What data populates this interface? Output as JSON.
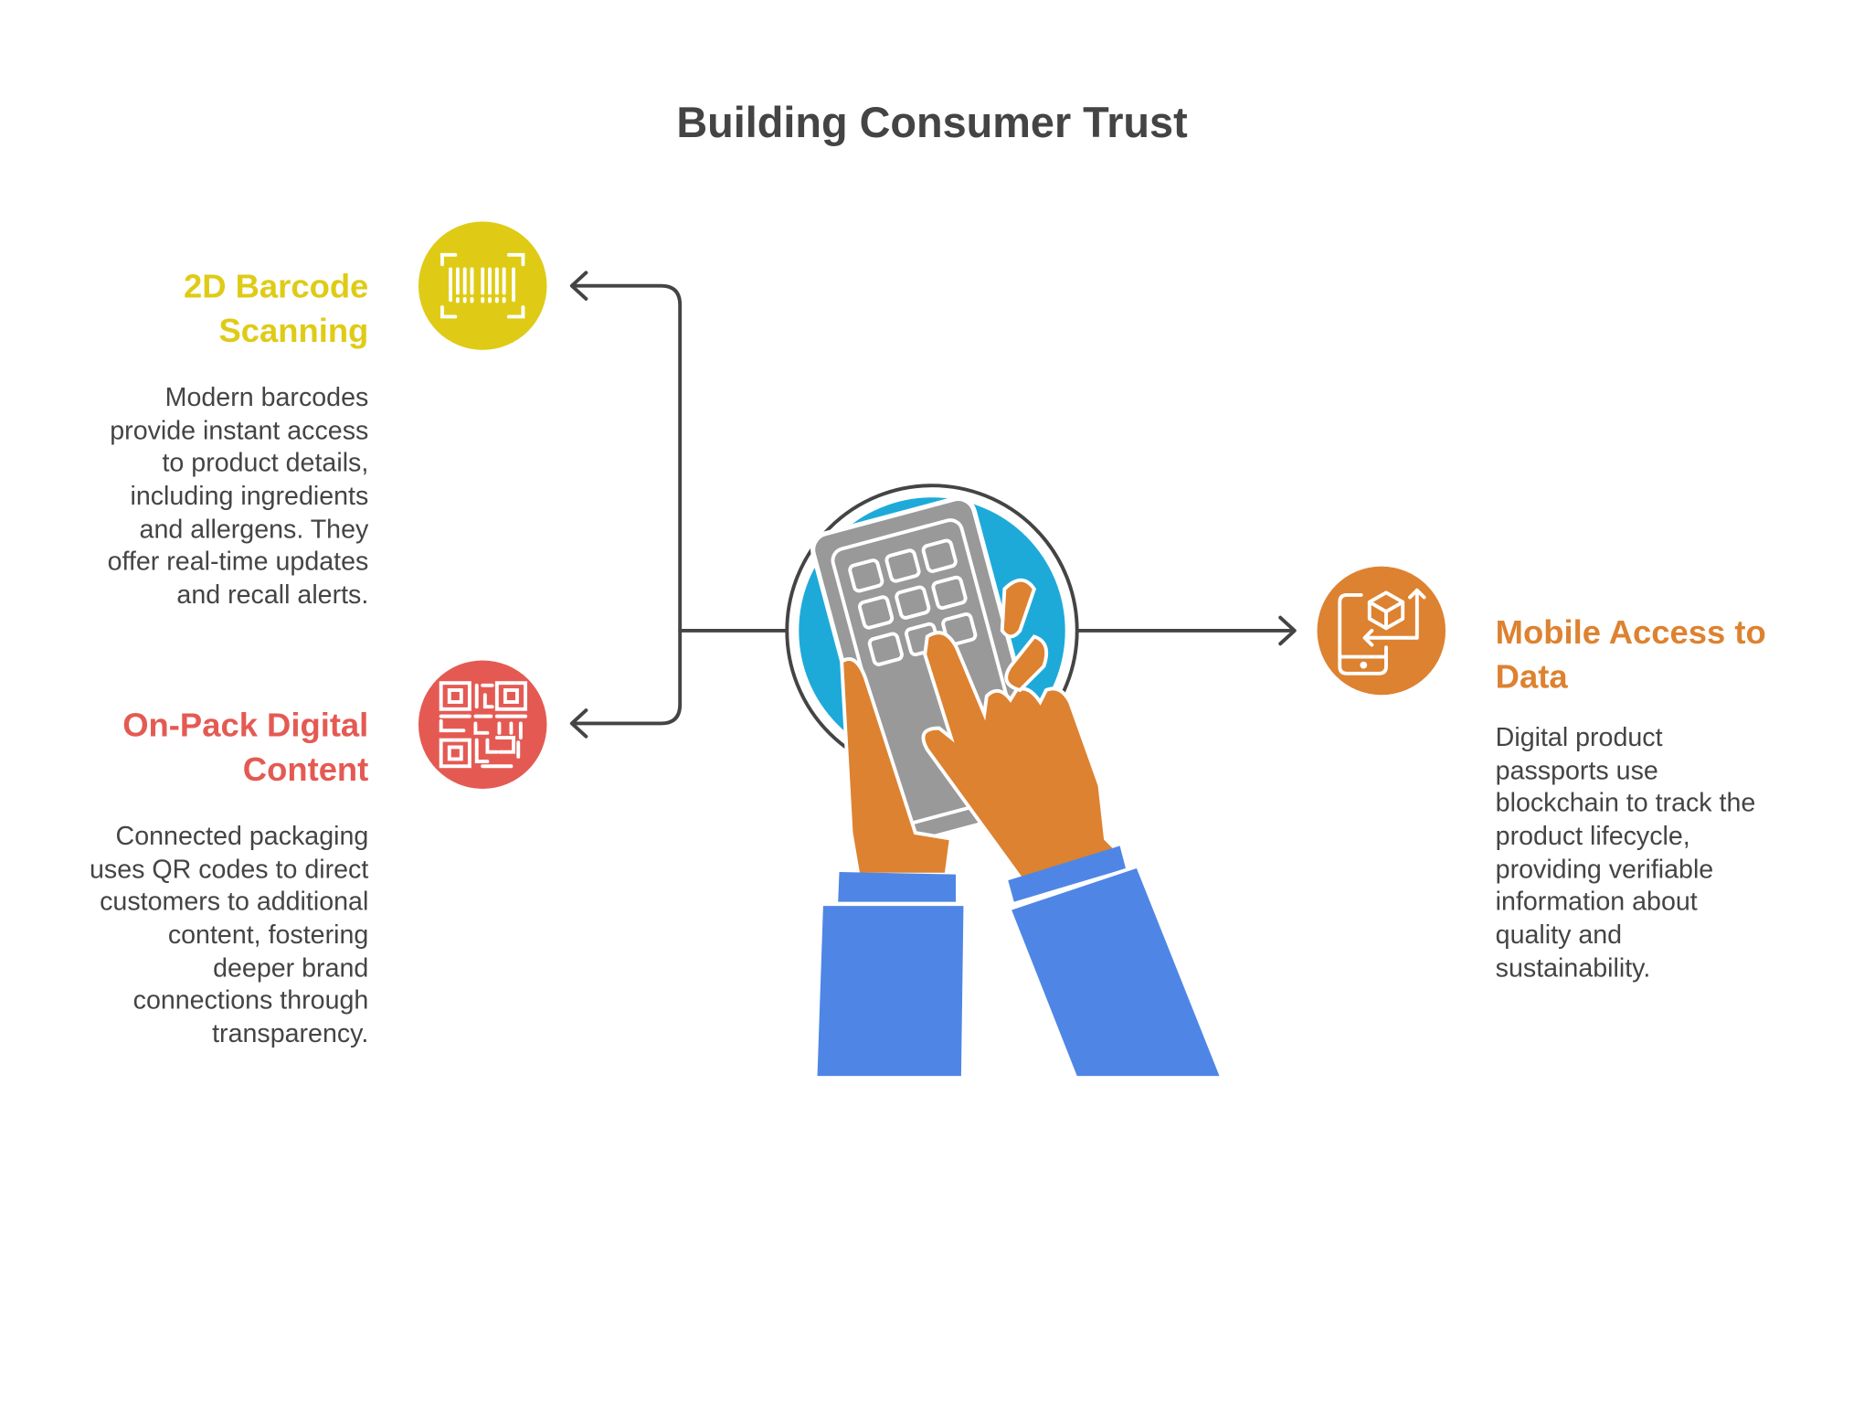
{
  "title": "Building Consumer Trust",
  "colors": {
    "yellow": "#dfcb16",
    "red": "#e45a53",
    "orange": "#dd8230",
    "blue": "#1eaad9",
    "sleeve": "#4f86e6",
    "phone": "#999999",
    "text": "#444444"
  },
  "items": [
    {
      "heading": [
        "2D Barcode",
        "Scanning"
      ],
      "icon": "barcode-scan-icon",
      "body": [
        "Modern barcodes",
        "provide instant access",
        "to product details,",
        "including ingredients",
        "and allergens. They",
        "offer real-time updates",
        "and recall alerts."
      ]
    },
    {
      "heading": [
        "On-Pack Digital",
        "Content"
      ],
      "icon": "qr-code-icon",
      "body": [
        "Connected packaging",
        "uses QR codes to direct",
        "customers to additional",
        "content, fostering",
        "deeper brand",
        "connections through",
        "transparency."
      ]
    },
    {
      "heading": [
        "Mobile Access to",
        "Data"
      ],
      "icon": "mobile-package-icon",
      "body": [
        "Digital product",
        "passports use",
        "blockchain to track the",
        "product lifecycle,",
        "providing verifiable",
        "information about",
        "quality and",
        "sustainability."
      ]
    }
  ]
}
